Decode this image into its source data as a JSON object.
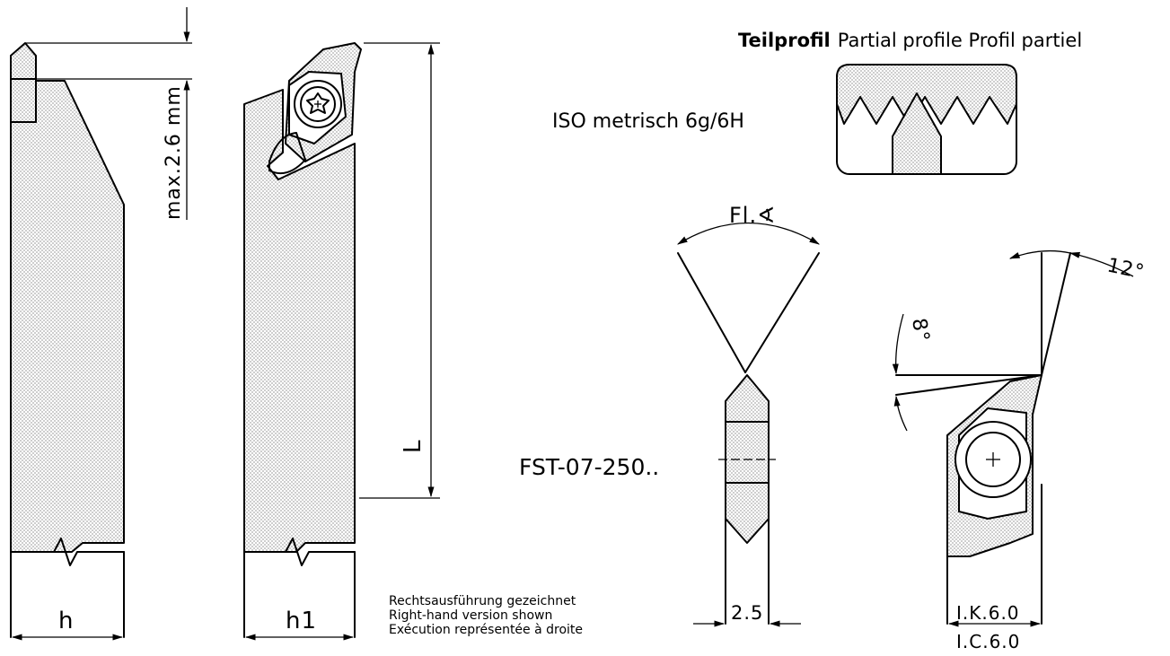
{
  "header": {
    "profile_bold": "Teilprofil",
    "profile_rest": "Partial profile Profil partiel"
  },
  "thread_spec": "ISO metrisch 6g/6H",
  "dimensions": {
    "height_shank": "h",
    "height_h1": "h1",
    "length": "L",
    "max_depth": "max.2.6 mm",
    "insert_width": "2.5",
    "ik": "I.K.6.0",
    "ic": "I.C.6.0",
    "flank_angle": "Fl.∢",
    "angle_12": "12°",
    "angle_8": "8°"
  },
  "insert_code": "FST-07-250..",
  "notes": [
    "Rechtsausführung gezeichnet",
    "Right-hand version shown",
    "Exécution représentée à droite"
  ],
  "colors": {
    "line": "#000000",
    "shade_dot": "#555555",
    "background": "#ffffff"
  }
}
